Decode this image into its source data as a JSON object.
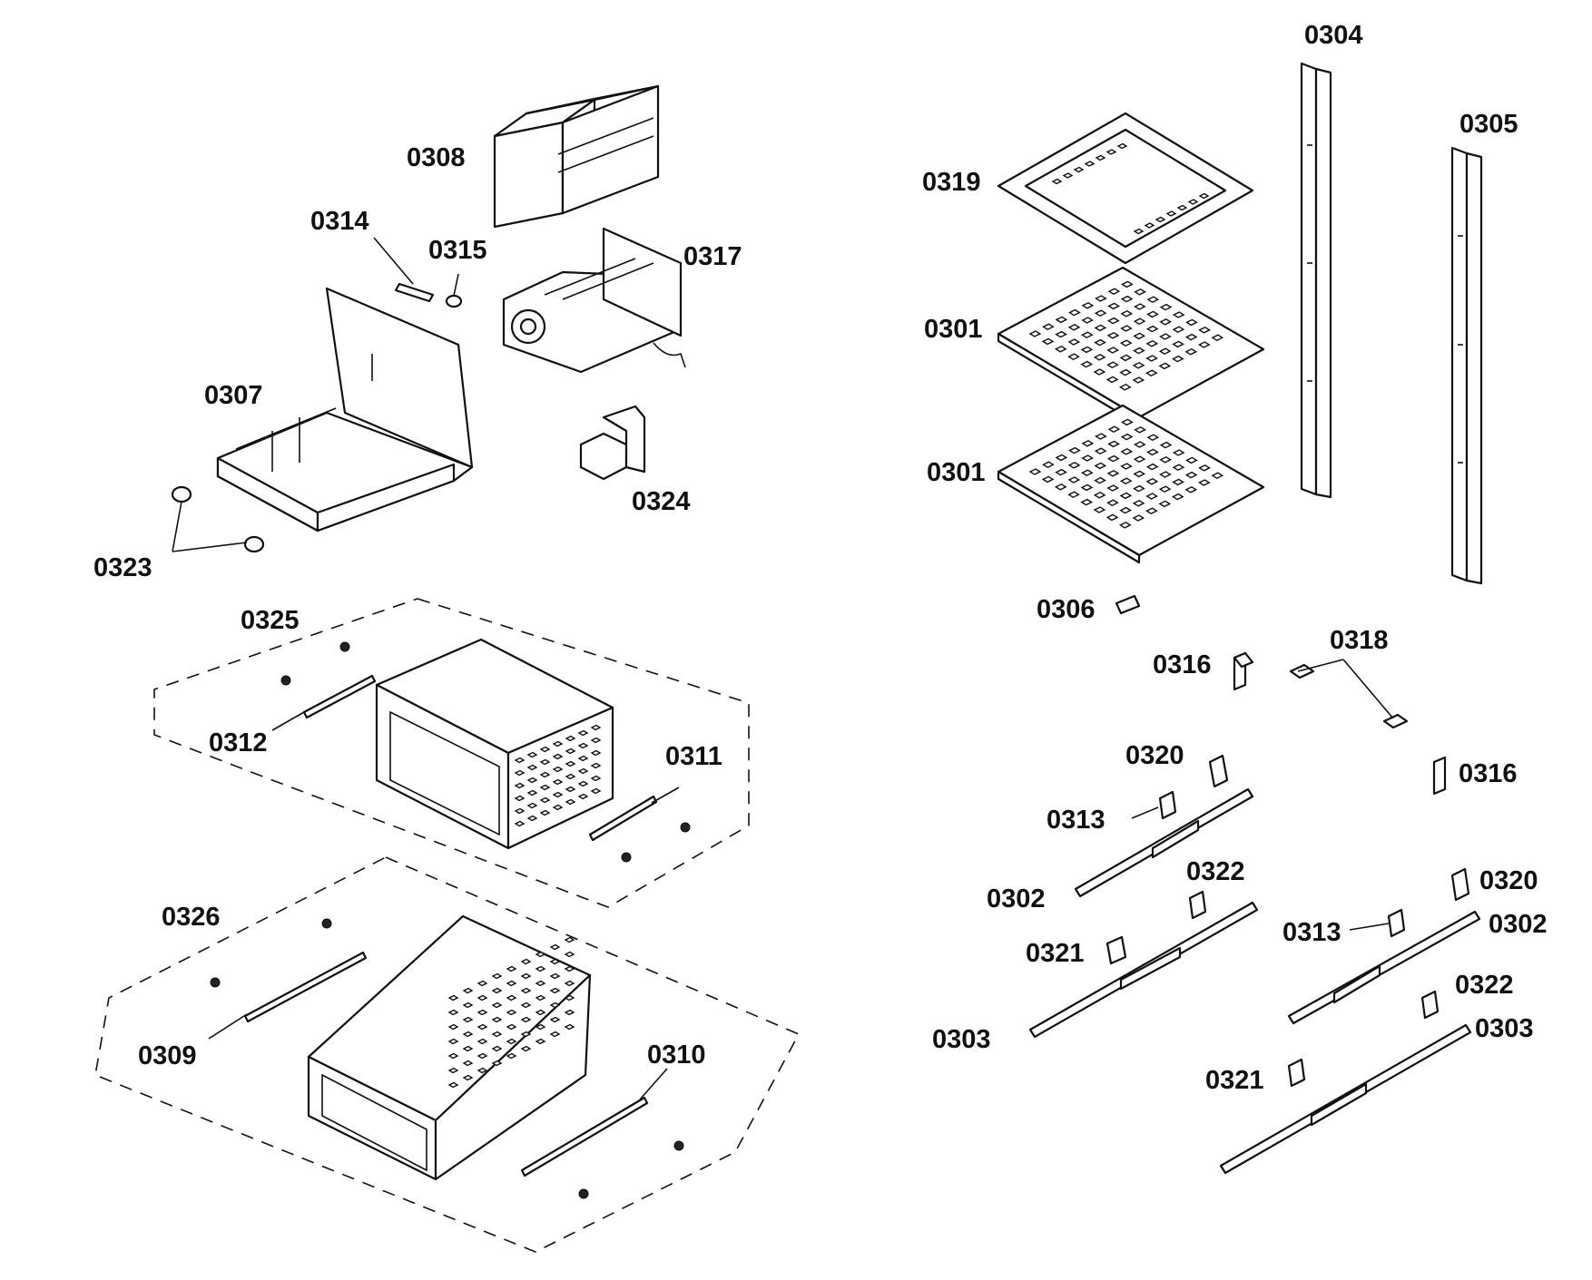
{
  "labels": [
    {
      "id": "0304",
      "text": "0304"
    },
    {
      "id": "0305",
      "text": "0305"
    },
    {
      "id": "0308",
      "text": "0308"
    },
    {
      "id": "0319",
      "text": "0319"
    },
    {
      "id": "0314",
      "text": "0314"
    },
    {
      "id": "0315",
      "text": "0315"
    },
    {
      "id": "0317",
      "text": "0317"
    },
    {
      "id": "0301a",
      "text": "0301"
    },
    {
      "id": "0301b",
      "text": "0301"
    },
    {
      "id": "0307",
      "text": "0307"
    },
    {
      "id": "0324",
      "text": "0324"
    },
    {
      "id": "0323",
      "text": "0323"
    },
    {
      "id": "0306",
      "text": "0306"
    },
    {
      "id": "0325",
      "text": "0325"
    },
    {
      "id": "0318",
      "text": "0318"
    },
    {
      "id": "0316a",
      "text": "0316"
    },
    {
      "id": "0312",
      "text": "0312"
    },
    {
      "id": "0311",
      "text": "0311"
    },
    {
      "id": "0320a",
      "text": "0320"
    },
    {
      "id": "0316b",
      "text": "0316"
    },
    {
      "id": "0313a",
      "text": "0313"
    },
    {
      "id": "0302a",
      "text": "0302"
    },
    {
      "id": "0322a",
      "text": "0322"
    },
    {
      "id": "0320b",
      "text": "0320"
    },
    {
      "id": "0326",
      "text": "0326"
    },
    {
      "id": "0313b",
      "text": "0313"
    },
    {
      "id": "0302b",
      "text": "0302"
    },
    {
      "id": "0321a",
      "text": "0321"
    },
    {
      "id": "0322b",
      "text": "0322"
    },
    {
      "id": "0303a",
      "text": "0303"
    },
    {
      "id": "0303b",
      "text": "0303"
    },
    {
      "id": "0309",
      "text": "0309"
    },
    {
      "id": "0310",
      "text": "0310"
    },
    {
      "id": "0321b",
      "text": "0321"
    }
  ]
}
